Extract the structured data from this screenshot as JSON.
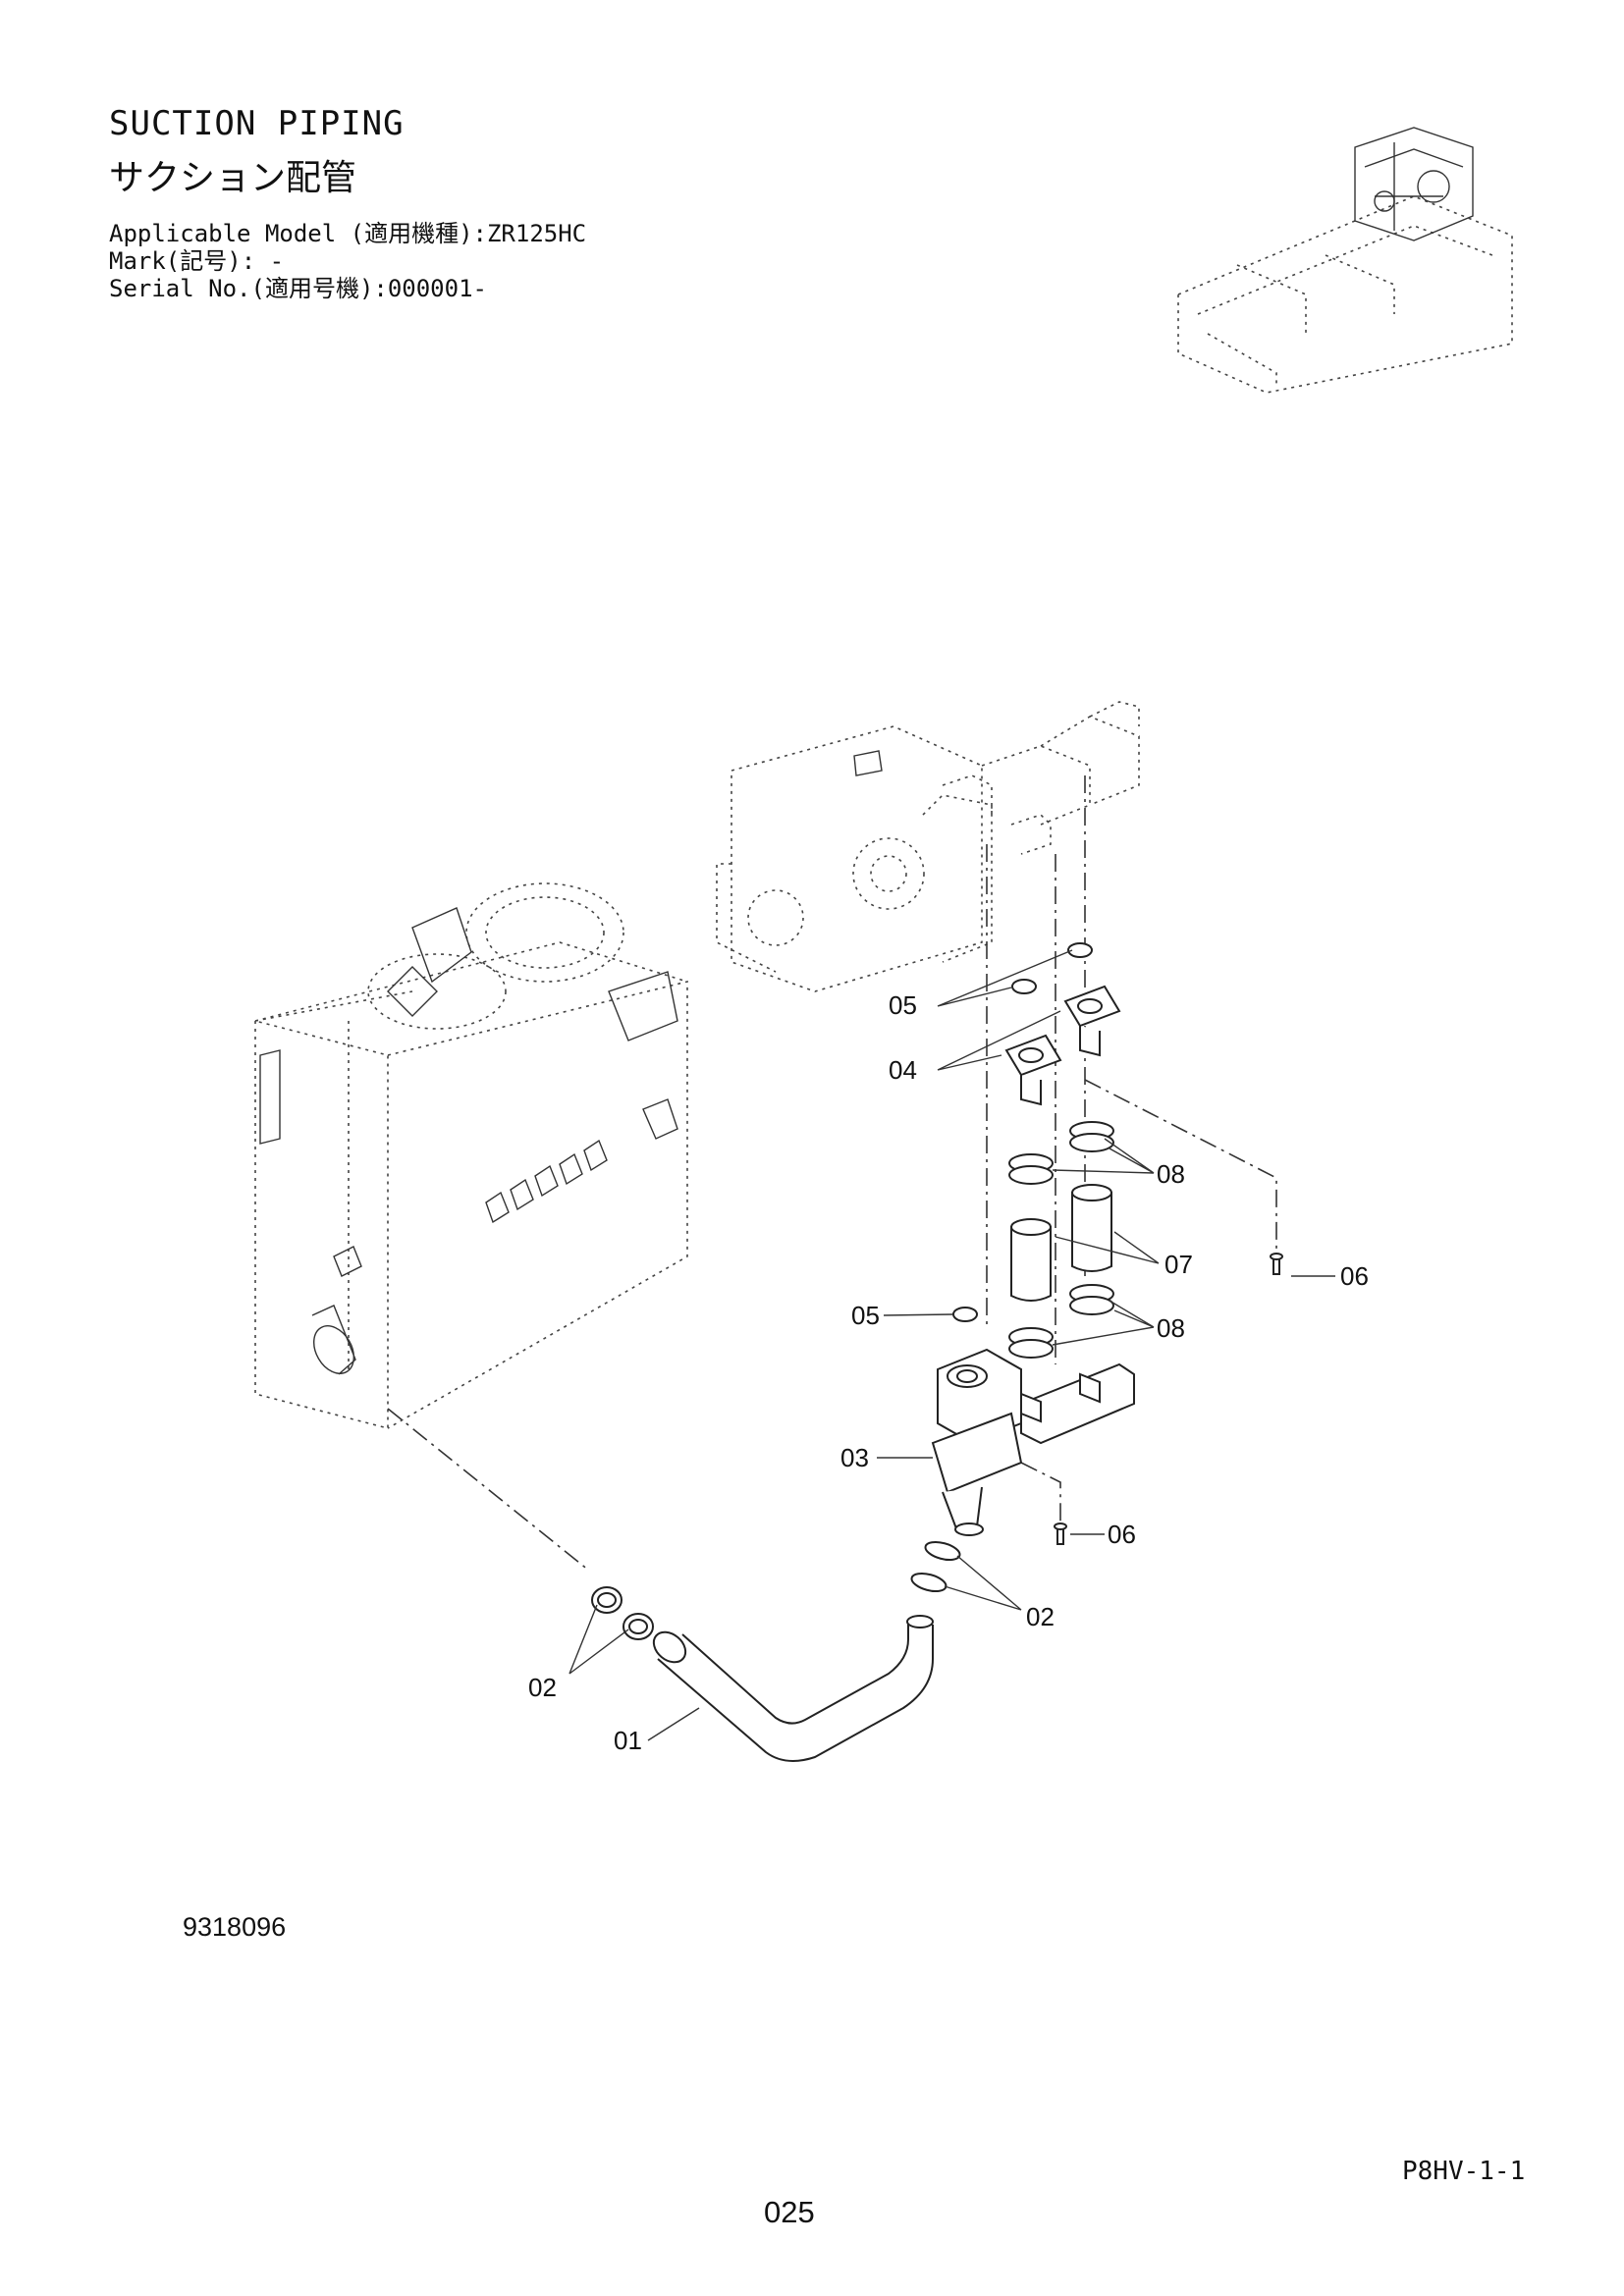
{
  "header": {
    "title_en": "SUCTION PIPING",
    "title_jp": "サクション配管",
    "applicable_model": "Applicable Model (適用機種):ZR125HC",
    "mark": "Mark(記号): -",
    "serial_no": "Serial No.(適用号機):000001-"
  },
  "callouts": {
    "c01": "01",
    "c02a": "02",
    "c02b": "02",
    "c03": "03",
    "c04": "04",
    "c05a": "05",
    "c05b": "05",
    "c06a": "06",
    "c06b": "06",
    "c07": "07",
    "c08a": "08",
    "c08b": "08"
  },
  "footer": {
    "figure_no": "9318096",
    "page_ref": "P8HV-1-1",
    "page_num": "025"
  }
}
